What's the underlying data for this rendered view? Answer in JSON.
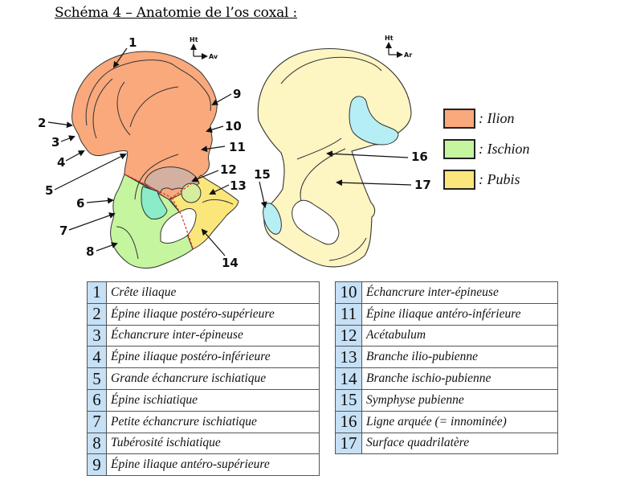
{
  "title": "Schéma 4 – Anatomie de l’os coxal :",
  "views": {
    "lateral": {
      "orientation": {
        "up": "Ht",
        "right": "Av"
      }
    },
    "medial": {
      "orientation": {
        "up": "Ht",
        "right": "Ar"
      }
    }
  },
  "colors": {
    "ilion": "#f9a97c",
    "ischion": "#c5f59f",
    "pubis": "#fbe67b",
    "bone_medial": "#fdf5c2",
    "surface_blue": "#b6eef5",
    "acetabulum_brown": "#d4b0a0",
    "acetabulum_teal": "#8aecc9",
    "table_number_bg": "#c6e0f5"
  },
  "legend": [
    {
      "key": "ilion",
      "label": ": Ilion",
      "color": "#f9a97c"
    },
    {
      "key": "ischion",
      "label": ": Ischion",
      "color": "#c5f59f"
    },
    {
      "key": "pubis",
      "label": ": Pubis",
      "color": "#fbe67b"
    }
  ],
  "markers": [
    "1",
    "2",
    "3",
    "4",
    "5",
    "6",
    "7",
    "8",
    "9",
    "10",
    "11",
    "12",
    "13",
    "14",
    "15",
    "16",
    "17"
  ],
  "table_left": [
    {
      "num": "1",
      "name": "Crête iliaque"
    },
    {
      "num": "2",
      "name": "Épine iliaque postéro-supérieure"
    },
    {
      "num": "3",
      "name": "Échancrure inter-épineuse"
    },
    {
      "num": "4",
      "name": "Épine iliaque postéro-inférieure"
    },
    {
      "num": "5",
      "name": "Grande échancrure ischiatique"
    },
    {
      "num": "6",
      "name": "Épine ischiatique"
    },
    {
      "num": "7",
      "name": "Petite échancrure ischiatique"
    },
    {
      "num": "8",
      "name": "Tubérosité ischiatique"
    },
    {
      "num": "9",
      "name": "Épine iliaque antéro-supérieure"
    }
  ],
  "table_right": [
    {
      "num": "10",
      "name": "Échancrure inter-épineuse"
    },
    {
      "num": "11",
      "name": "Épine iliaque antéro-inférieure"
    },
    {
      "num": "12",
      "name": "Acétabulum"
    },
    {
      "num": "13",
      "name": "Branche ilio-pubienne"
    },
    {
      "num": "14",
      "name": "Branche ischio-pubienne"
    },
    {
      "num": "15",
      "name": "Symphyse pubienne"
    },
    {
      "num": "16",
      "name": "Ligne arquée (= innominée)"
    },
    {
      "num": "17",
      "name": "Surface quadrilatère"
    }
  ]
}
